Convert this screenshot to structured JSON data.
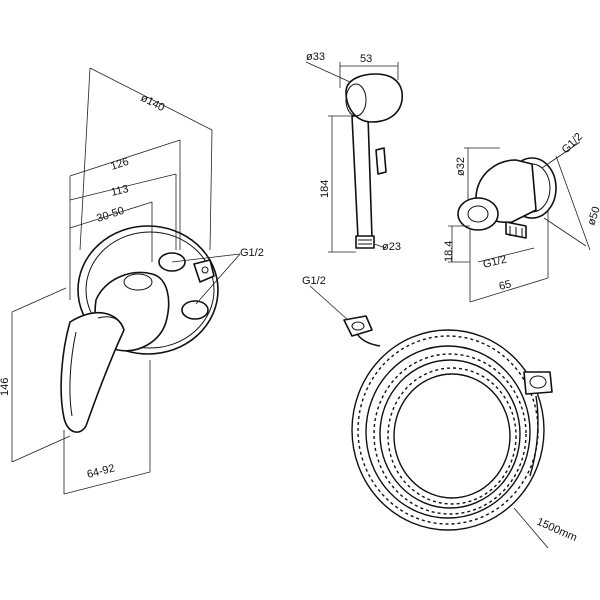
{
  "diagram": {
    "valve": {
      "d_plate": "ø140",
      "w1": "126",
      "w2": "113",
      "w3": "30-50",
      "height": "146",
      "depth": "64-92",
      "thread": "G1/2"
    },
    "handset": {
      "d_head": "ø33",
      "w_head": "53",
      "length": "184",
      "d_outlet": "ø23"
    },
    "elbow": {
      "d_body": "ø32",
      "thread_top": "G1/2",
      "d_flange": "ø50",
      "height": "18.4",
      "thread_bottom": "G1/2",
      "width": "65"
    },
    "hose": {
      "thread": "G1/2",
      "length": "1500mm"
    }
  }
}
